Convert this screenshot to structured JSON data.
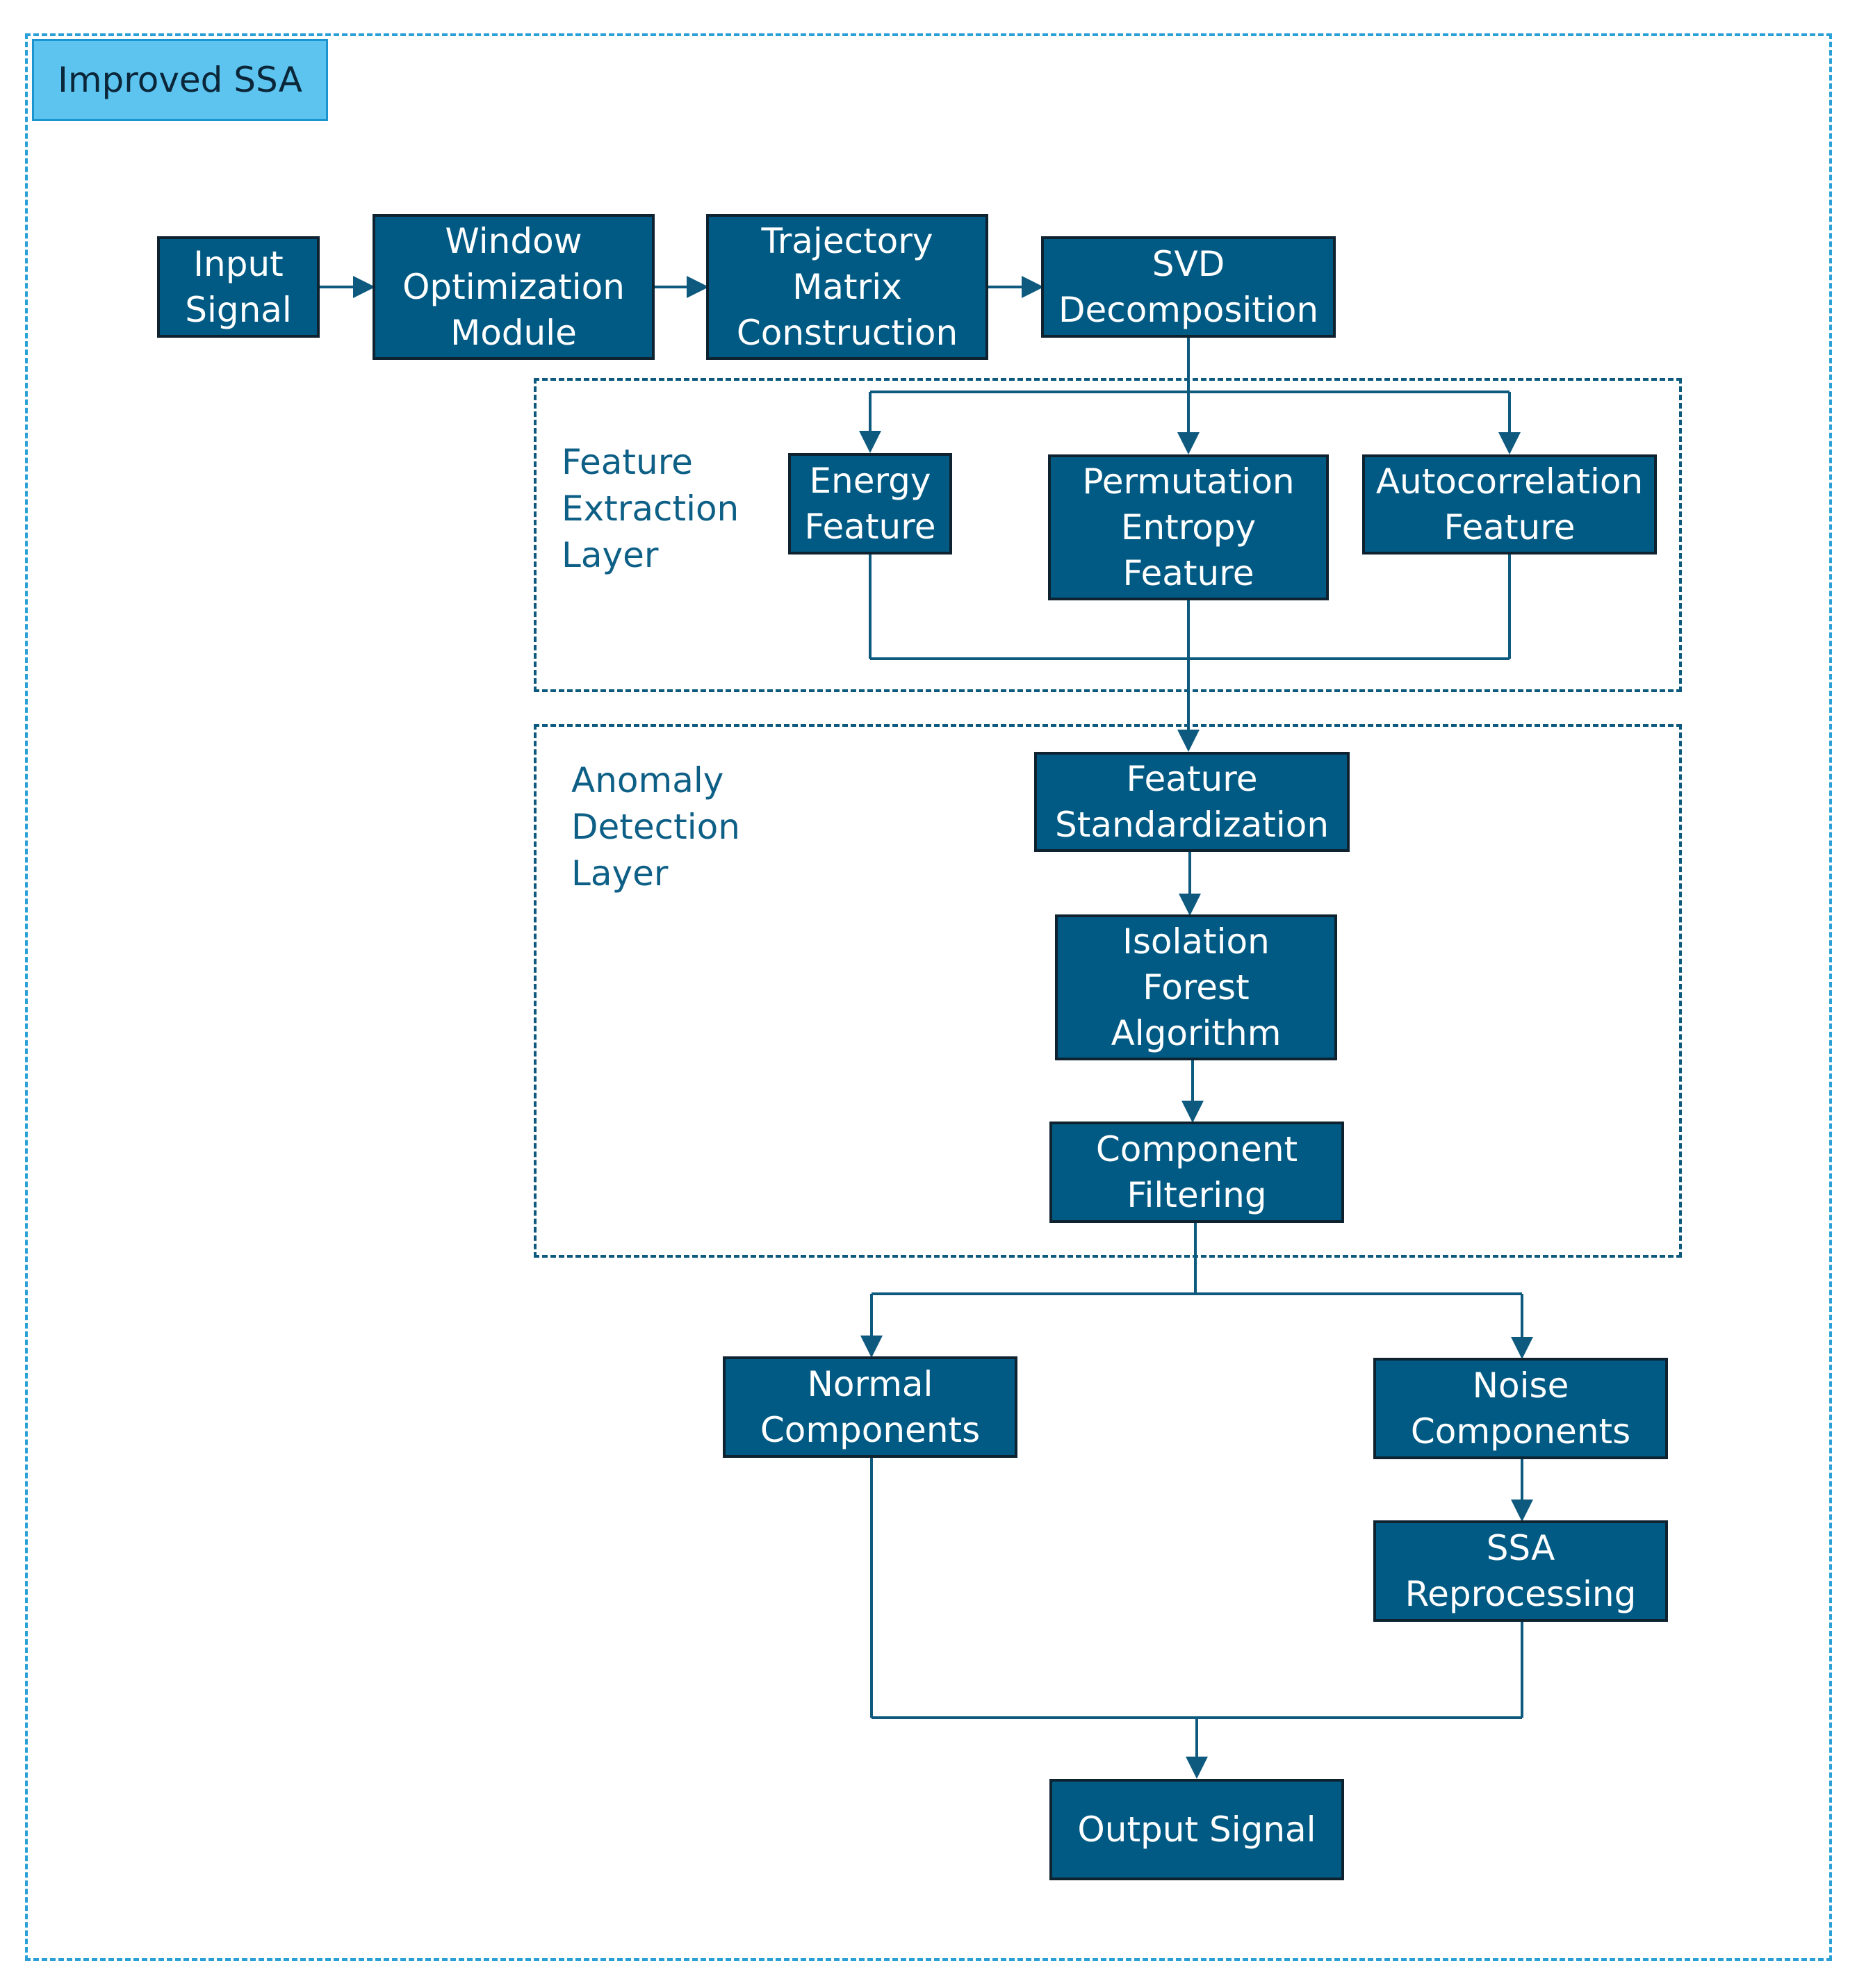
{
  "title": "Improved SSA",
  "groups": {
    "feature_extraction": "Feature\nExtraction\nLayer",
    "anomaly_detection": "Anomaly\nDetection\nLayer"
  },
  "nodes": {
    "input_signal": "Input\nSignal",
    "window_optimization": "Window\nOptimization\nModule",
    "trajectory_matrix": "Trajectory\nMatrix\nConstruction",
    "svd_decomposition": "SVD\nDecomposition",
    "energy_feature": "Energy\nFeature",
    "permutation_entropy": "Permutation\nEntropy\nFeature",
    "autocorrelation_feature": "Autocorrelation\nFeature",
    "feature_standardization": "Feature\nStandardization",
    "isolation_forest": "Isolation\nForest\nAlgorithm",
    "component_filtering": "Component\nFiltering",
    "normal_components": "Normal\nComponents",
    "noise_components": "Noise\nComponents",
    "ssa_reprocessing": "SSA\nReprocessing",
    "output_signal": "Output Signal"
  },
  "colors": {
    "node_fill": "#005a83",
    "node_border": "#0e2230",
    "connector": "#0d5a7e",
    "outer_frame": "#2aa0d6",
    "title_fill": "#5cc4ef"
  }
}
